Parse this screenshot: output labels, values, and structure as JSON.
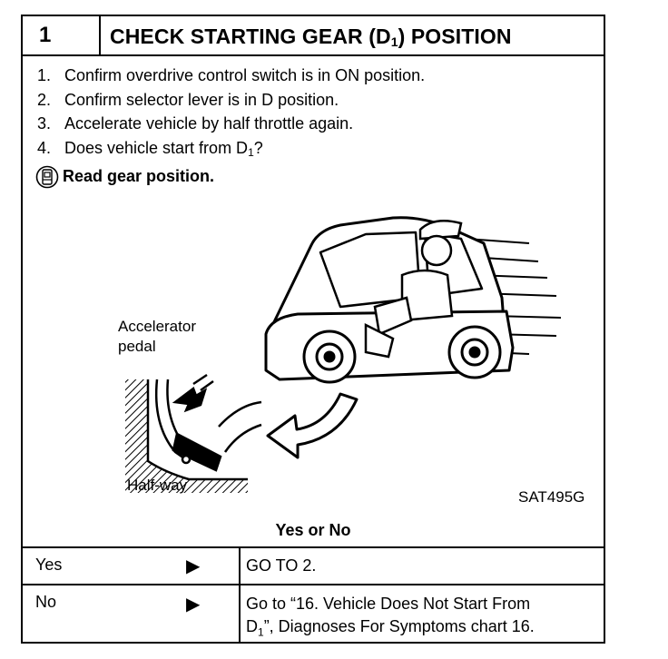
{
  "header": {
    "number": "1",
    "title_main": "CHECK STARTING GEAR (D",
    "title_sub": "1",
    "title_end": ") POSITION"
  },
  "steps": [
    {
      "n": "1.",
      "text": "Confirm overdrive control switch is in ON position."
    },
    {
      "n": "2.",
      "text": "Confirm selector lever is in D position."
    },
    {
      "n": "3.",
      "text": "Accelerate vehicle by half throttle again."
    },
    {
      "n": "4.",
      "text": "Does vehicle start from D",
      "sub": "1",
      "tail": "?"
    }
  ],
  "note": "Read gear position.",
  "illustration": {
    "label_pedal_1": "Accelerator",
    "label_pedal_2": "pedal",
    "label_halfway": "Half-way",
    "code": "SAT495G"
  },
  "question": "Yes or No",
  "answers": [
    {
      "key": "Yes",
      "arrow": "▶",
      "text": "GO TO 2."
    },
    {
      "key": "No",
      "arrow": "▶",
      "line1": "Go to “16. Vehicle Does Not Start From",
      "line2_pre": "D",
      "line2_sub": "1",
      "line2_post": "”, Diagnoses For Symptoms chart 16."
    }
  ]
}
